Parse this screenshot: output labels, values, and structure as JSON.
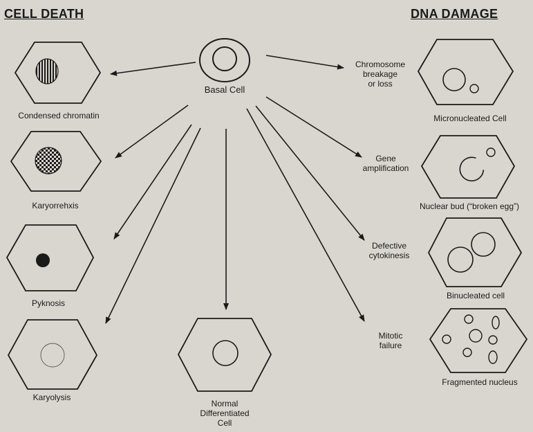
{
  "headings": {
    "cell_death": "CELL DEATH",
    "dna_damage": "DNA DAMAGE"
  },
  "center": {
    "label": "Basal Cell"
  },
  "cell_death_items": [
    {
      "label": "Condensed chromatin"
    },
    {
      "label": "Karyorrehxis"
    },
    {
      "label": "Pyknosis"
    },
    {
      "label": "Karyolysis"
    }
  ],
  "normal_cell": {
    "label": "Normal\nDifferentiated\nCell"
  },
  "dna_damage_items": [
    {
      "process": "Chromosome\nbreakage\nor loss",
      "label": "Micronucleated Cell"
    },
    {
      "process": "Gene\namplification",
      "label": "Nuclear bud (“broken egg”)"
    },
    {
      "process": "Defective\ncytokinesis",
      "label": "Binucleated cell"
    },
    {
      "process": "Mitotic\nfailure",
      "label": "Fragmented nucleus"
    }
  ],
  "colors": {
    "background": "#d9d6cf",
    "ink": "#1a1a1a"
  }
}
